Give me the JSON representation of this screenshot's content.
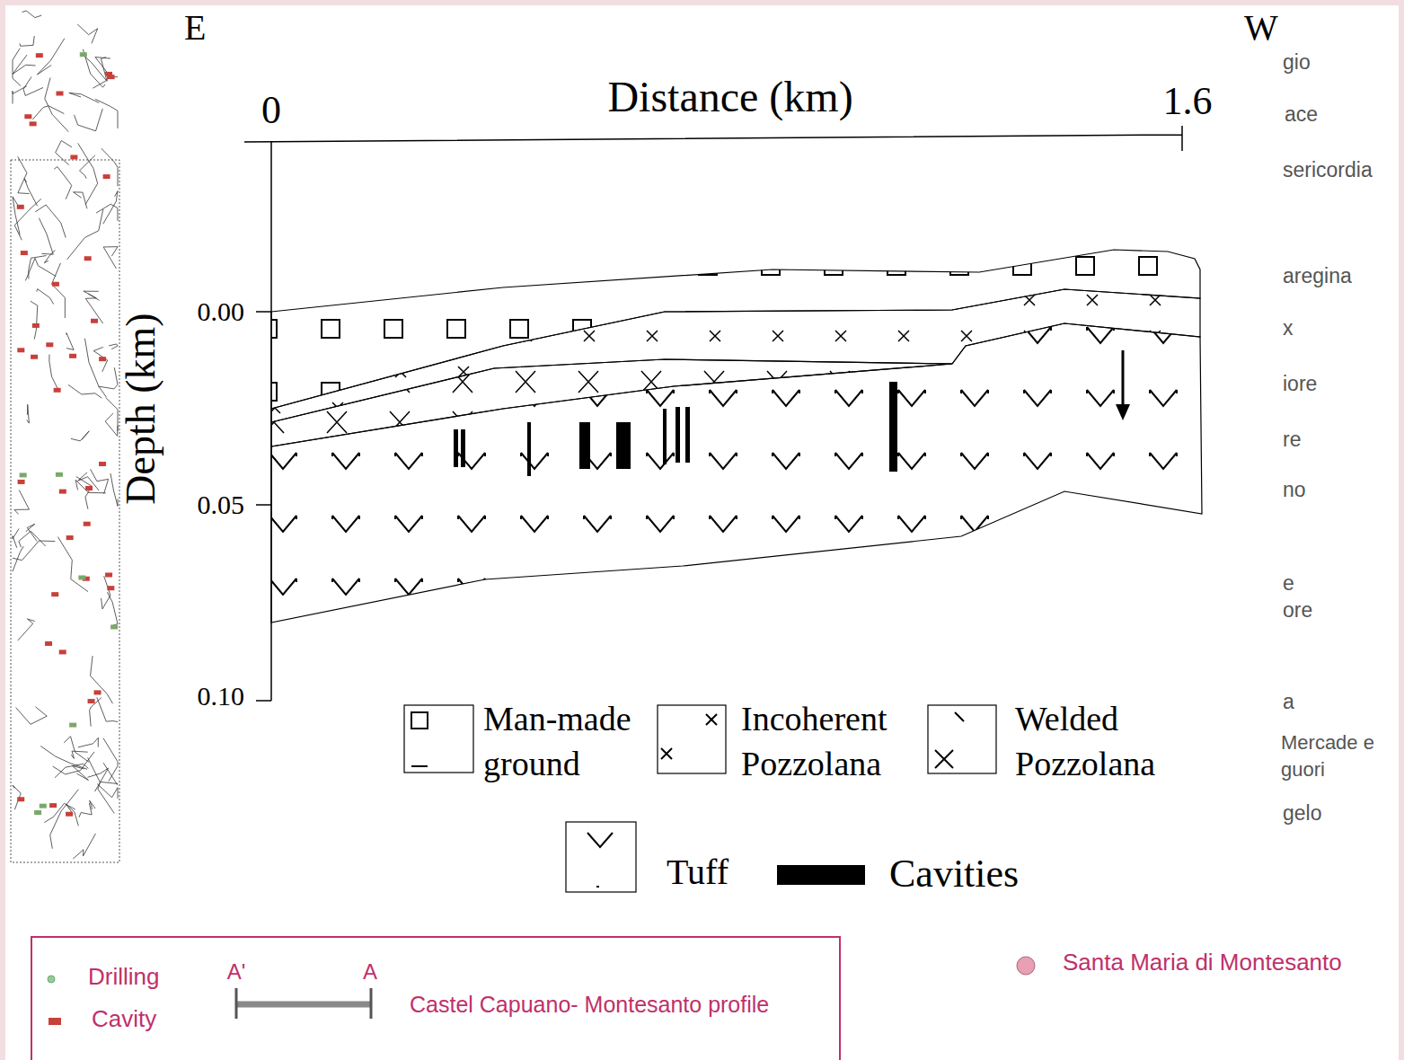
{
  "diagram": {
    "labels": [
      "E",
      "W",
      "Distance (km)",
      "0",
      "1.6",
      "Depth (km)",
      "0.00",
      "0.05",
      "0.10",
      "gio",
      "ace",
      "sericordia",
      "aregina",
      "x",
      "iore",
      "re",
      "no",
      "e",
      "ore",
      "a",
      "Mercade e guori",
      "gelo",
      "A'",
      "A"
    ],
    "legend": [
      {
        "text": "Man-made ground"
      },
      {
        "text": "Incoherent Pozzolana"
      },
      {
        "text": "Welded Pozzolana"
      },
      {
        "text": "Tuff"
      },
      {
        "text": "Cavities",
        "color": "#000000"
      },
      {
        "text": "Drilling"
      },
      {
        "text": "Cavity"
      },
      {
        "text": "Castel Capuano- Montesanto profile"
      },
      {
        "text": "Santa Maria di Montesanto"
      }
    ]
  }
}
